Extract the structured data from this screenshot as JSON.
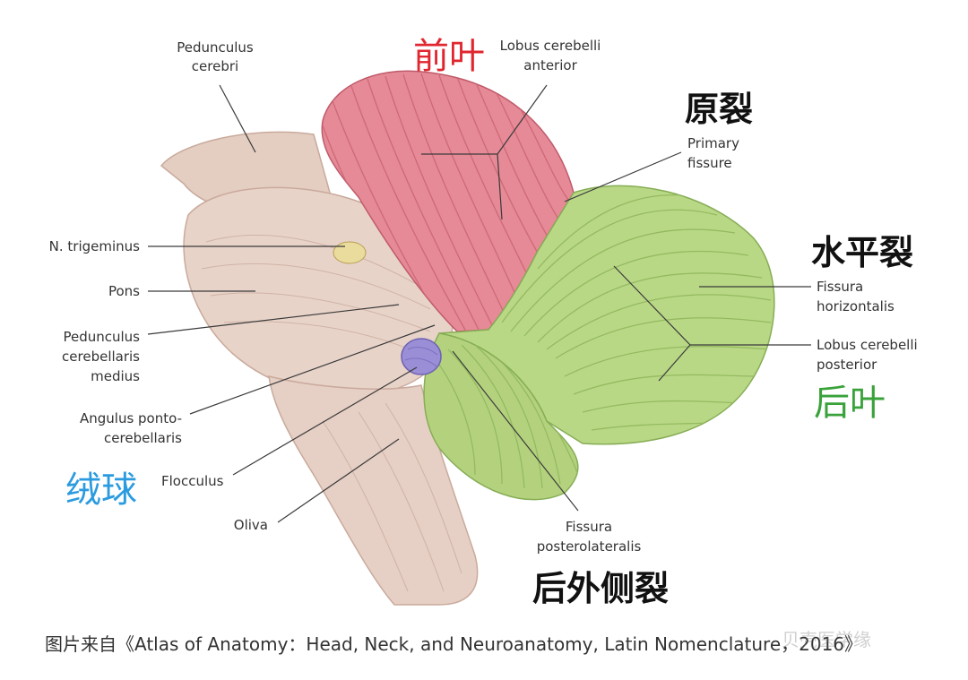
{
  "labels": {
    "pedunculus_cerebri": [
      "Pedunculus",
      "cerebri"
    ],
    "lobus_anterior": [
      "Lobus cerebelli",
      "anterior"
    ],
    "primary_fissure": [
      "Primary",
      "fissure"
    ],
    "n_trigeminus": "N. trigeminus",
    "pons": "Pons",
    "pedunculus_medius": [
      "Pedunculus",
      "cerebellaris",
      "medius"
    ],
    "fissura_horizontalis": [
      "Fissura",
      "horizontalis"
    ],
    "lobus_posterior": [
      "Lobus cerebelli",
      "posterior"
    ],
    "angulus": [
      "Angulus ponto-",
      "cerebellaris"
    ],
    "flocculus": "Flocculus",
    "oliva": "Oliva",
    "fissura_posterolateralis": [
      "Fissura",
      "posterolateralis"
    ]
  },
  "chinese_labels": {
    "anterior_lobe": "前叶",
    "primary_fissure": "原裂",
    "horizontal_fissure": "水平裂",
    "posterior_lobe": "后叶",
    "flocculus": "绒球",
    "posterolateral_fissure": "后外侧裂"
  },
  "caption": "图片来自《Atlas of Anatomy：Head, Neck, and Neuroanatomy, Latin Nomenclature，2016》",
  "watermark": "贝壳医学缘",
  "colors": {
    "anterior_lobe": "#e58a96",
    "posterior_lobe": "#b9d886",
    "flocculus": "#9a8fd6",
    "brainstem": "#e6cfc4"
  }
}
